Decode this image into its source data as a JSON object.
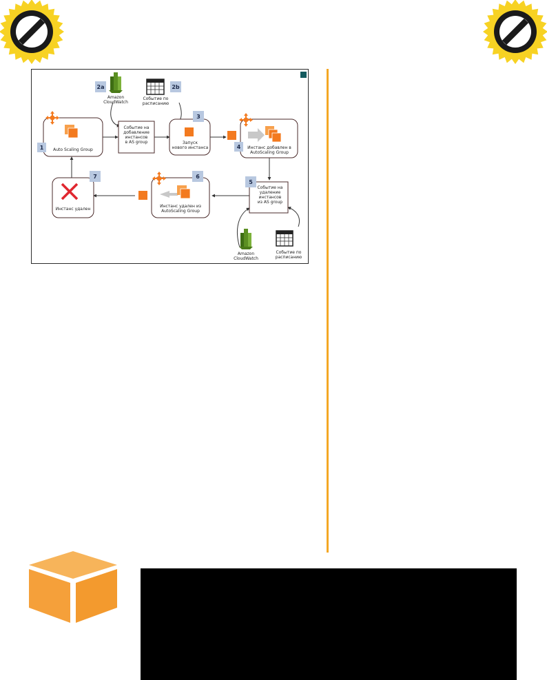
{
  "colors": {
    "badge_yellow": "#f7d223",
    "badge_ring": "#1a1a1a",
    "accent_orange": "#f37a1f",
    "cloudwatch_green": "#5b8f22",
    "number_box": "#b8c8e0",
    "cross_red": "#e0262f",
    "side_rule": "#f4a724",
    "cube_orange": "#f5a03a",
    "corner_teal": "#135a5e"
  },
  "icons": {
    "badge_left": "prohibition-icon",
    "badge_right": "prohibition-icon",
    "cloudwatch": "cloudwatch-icon",
    "calendar": "calendar-icon",
    "scaling": "scaling-arrows-icon",
    "instance": "instance-icon",
    "remove": "x-cross-icon",
    "cube": "aws-cube-icon"
  },
  "diagram": {
    "steps": {
      "s1": "1",
      "s2a": "2a",
      "s2b": "2b",
      "s3": "3",
      "s4": "4",
      "s5": "5",
      "s6": "6",
      "s7": "7"
    },
    "cloudwatch_top": [
      "Amazon",
      "CloudWatch"
    ],
    "schedule_top": [
      "Событие по",
      "расписанию"
    ],
    "auto_scaling_group": "Auto Scaling Group",
    "add_event": [
      "Событие на",
      "добавление",
      "инстансов",
      "в AS group"
    ],
    "launch_instance": [
      "Запуск",
      "нового инстанса"
    ],
    "instance_added": [
      "Инстанс добавлен в",
      "AutoScaling Group"
    ],
    "remove_event": [
      "Событие на",
      "удаление",
      "инстансов",
      "из AS group"
    ],
    "instance_removed_from_group": [
      "Инстанс удален из",
      "AutoScaling Group"
    ],
    "instance_deleted": "Инстанс удален",
    "cloudwatch_bottom": [
      "Amazon",
      "CloudWatch"
    ],
    "schedule_bottom": [
      "Событие по",
      "расписанию"
    ]
  }
}
